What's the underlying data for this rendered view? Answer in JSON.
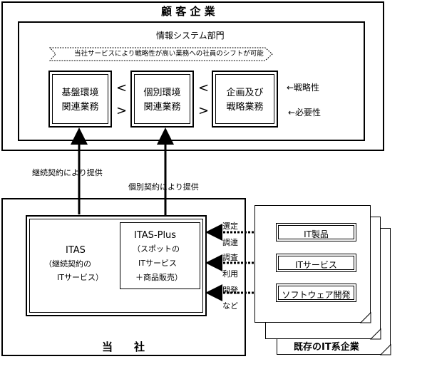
{
  "customer": {
    "title": "顧 客 企 業",
    "dept_title": "情報システム部門",
    "banner": "当社サービスにより戦略性が高い業務への社員のシフトが可能",
    "boxes": [
      {
        "line1": "基盤環境",
        "line2": "関連業務"
      },
      {
        "line1": "個別環境",
        "line2": "関連業務"
      },
      {
        "line1": "企画及び",
        "line2": "戦略業務"
      }
    ],
    "lt_symbol": "<",
    "gt_symbol": ">",
    "strategy_label": "←戦略性",
    "necessity_label": "←必要性"
  },
  "arrows": {
    "continuous": "継続契約により提供",
    "individual": "個別契約により提供"
  },
  "company": {
    "title": "当　　社",
    "itas": {
      "name": "ITAS",
      "line1": "（継続契約の",
      "line2": "ITサービス）"
    },
    "itas_plus": {
      "name": "ITAS-Plus",
      "line1": "（スポットの",
      "line2": "ITサービス",
      "line3": "＋商品販売）"
    }
  },
  "vendor": {
    "title": "既存のIT系企業",
    "products": [
      "IT製品",
      "ITサービス",
      "ソフトウェア開発"
    ],
    "flow_labels": [
      "選定",
      "調達",
      "調査",
      "利用",
      "開発",
      "など"
    ]
  }
}
